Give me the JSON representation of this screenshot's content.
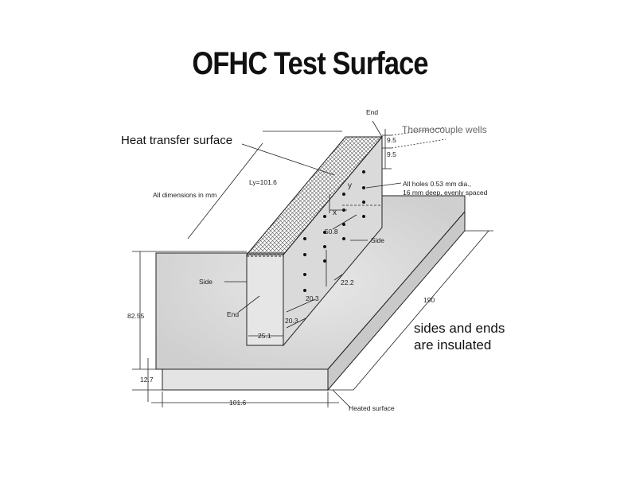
{
  "title": "OFHC Test Surface",
  "labels": {
    "heat_transfer_surface": "Heat transfer surface",
    "end_top": "End",
    "thermocouple_wells": "Thermocouple wells",
    "dim_9_5_a": "9.5",
    "dim_9_5_b": "9.5",
    "length": "Ly=101.6",
    "all_dimensions": "All dimensions in mm",
    "holes_line1": "All holes 0.53 mm dia.,",
    "holes_line2": "16 mm deep, evenly spaced",
    "axis_y": "y",
    "axis_x": "x",
    "dim_50_8": "50.8",
    "side_right": "Side",
    "side_left": "Side",
    "dim_22_2": "22.2",
    "dim_20_3_a": "20.3",
    "dim_20_3_b": "20.3",
    "end_front": "End",
    "dim_25_1": "25.1",
    "dim_82_55": "82.55",
    "dim_190": "190",
    "insulated_line1": "sides and ends",
    "insulated_line2": "are insulated",
    "dim_12_7": "12.7",
    "dim_101_6": "101.6",
    "heated_surface": "Heated surface"
  },
  "colors": {
    "line": "#222222",
    "fin_fill": "#e2e2e2",
    "base_fill": "#d6d6d6",
    "hatch": "#444444"
  }
}
